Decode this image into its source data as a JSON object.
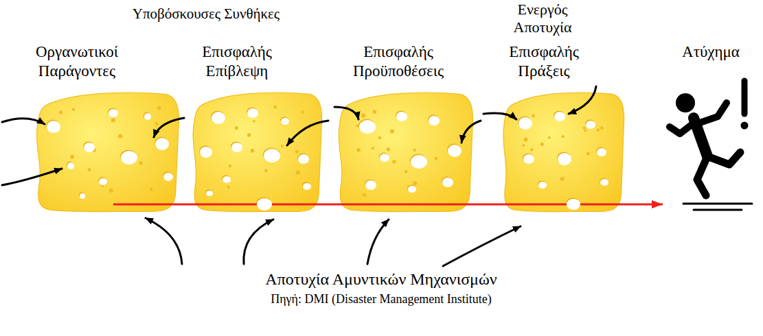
{
  "diagram": {
    "nodes": [
      {
        "text": [
          "Οργανωτικοί Παράγοντες"
        ]
      },
      {
        "text": [
          "Επισφαλής Επίβλεψη"
        ]
      },
      {
        "text": [
          "Επισφαλής Προϋποθέσεις"
        ]
      },
      {
        "text": [
          "Επισφαλής Πράξεις"
        ]
      },
      {
        "text": [
          "Ατύχημα"
        ]
      }
    ],
    "edges": [
      {
        "from": 0,
        "to": 1,
        "arrow": "none"
      },
      {
        "from": 1,
        "to": 2,
        "arrow": "none"
      },
      {
        "from": 2,
        "to": 3,
        "arrow": "none"
      },
      {
        "from": 3,
        "to": 4,
        "arrow": "to"
      }
    ],
    "labels": [
      "Υποβόσκουσες Συνθήκες",
      "Ενεργός Αποτυχία",
      "Αποτυχία Αμυντικών Μηχανισμών",
      "Πηγή: DMI (Disaster Management Institute)"
    ]
  }
}
